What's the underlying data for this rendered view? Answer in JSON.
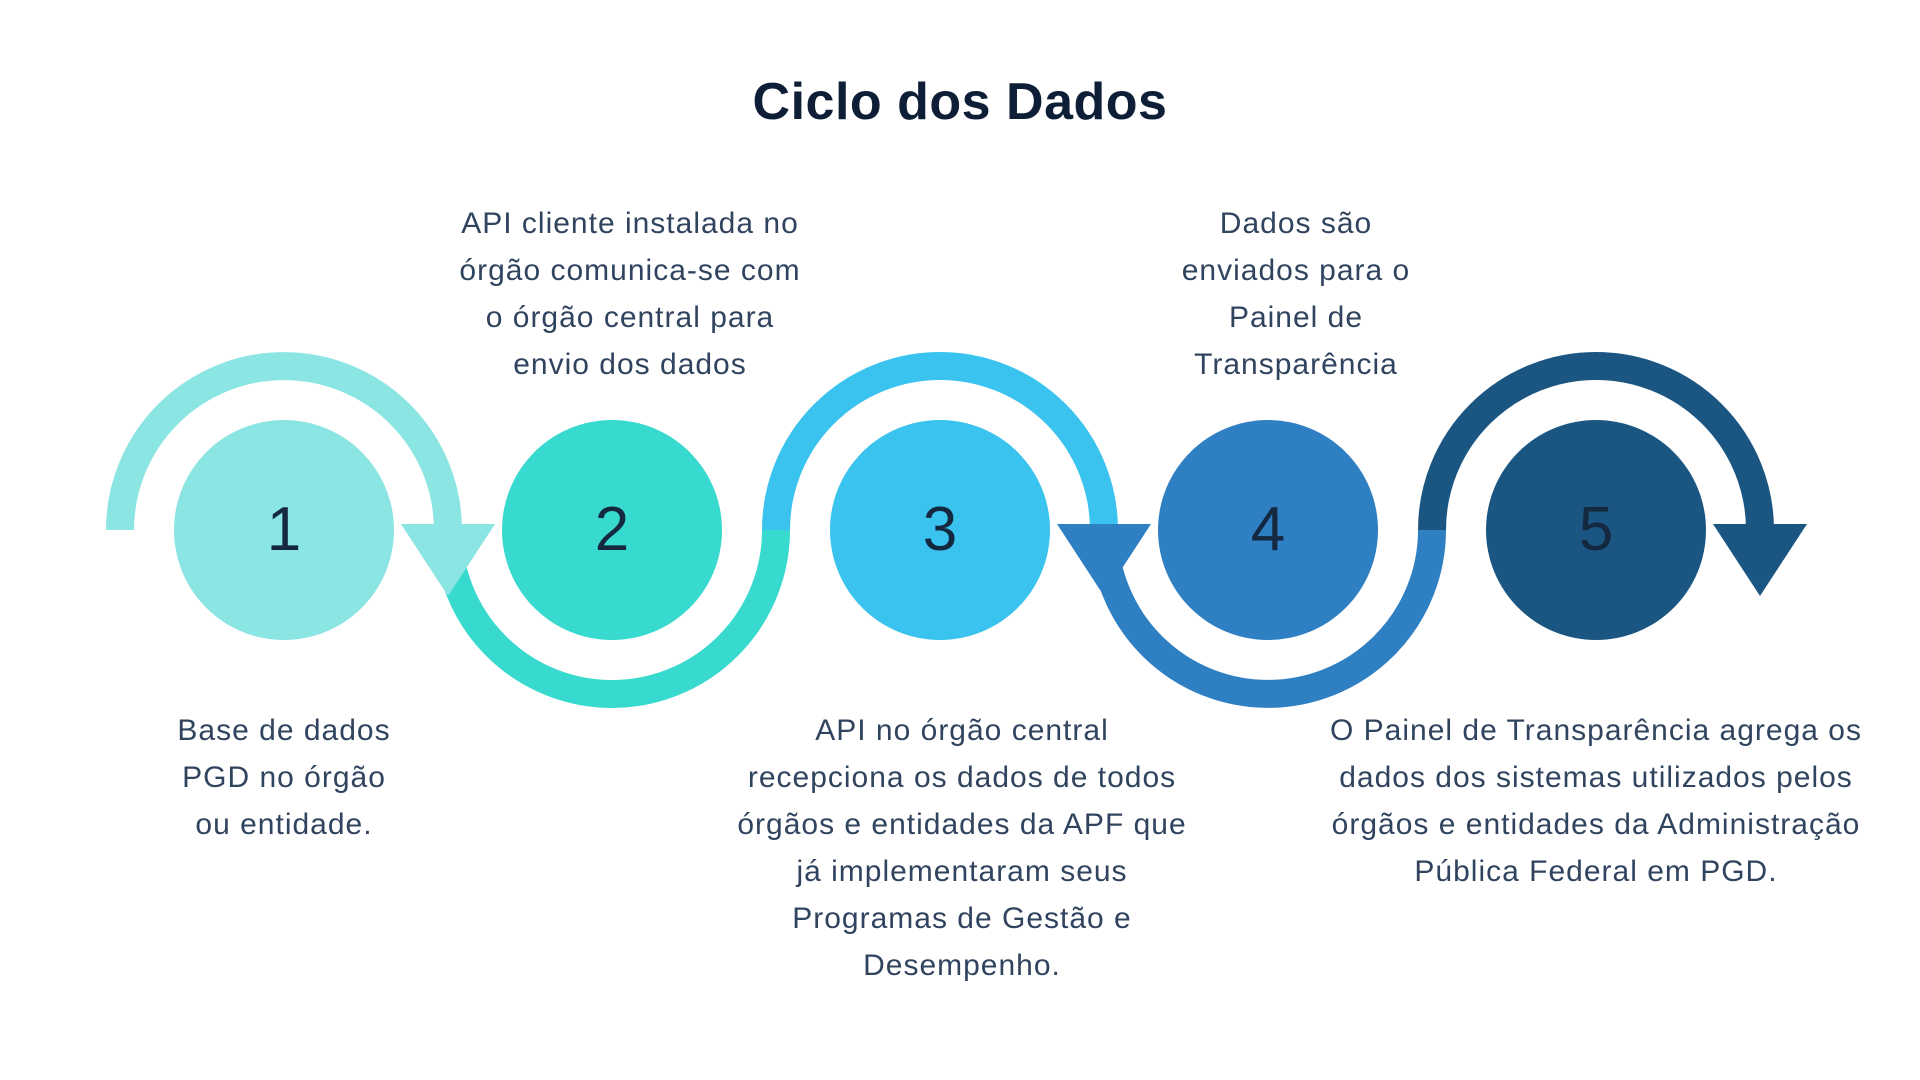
{
  "title": "Ciclo dos Dados",
  "colors": {
    "background": "#FFFFFF",
    "title_text": "#0D1E36",
    "body_text": "#31445F",
    "number_text": "#14293F"
  },
  "steps": [
    {
      "number": "1",
      "color": "#8BE5E2",
      "label_position": "below",
      "description": "Base de dados\nPGD no órgão\nou entidade."
    },
    {
      "number": "2",
      "color": "#38D9CE",
      "label_position": "above",
      "description": "API cliente instalada no\nórgão comunica-se com\no órgão central para\nenvio dos dados"
    },
    {
      "number": "3",
      "color": "#3AC3EF",
      "label_position": "below",
      "description": "API no órgão central\nrecepciona os dados de todos\nórgãos e entidades da APF que\njá implementaram seus\nProgramas de Gestão e\nDesempenho."
    },
    {
      "number": "4",
      "color": "#2F7FC3",
      "label_position": "above",
      "description": "Dados são\nenviados para o\nPainel de\nTransparência"
    },
    {
      "number": "5",
      "color": "#1B5683",
      "label_position": "below",
      "description": "O Painel de Transparência agrega os\ndados dos sistemas utilizados pelos\nórgãos e entidades da Administração\nPública Federal em PGD."
    }
  ]
}
